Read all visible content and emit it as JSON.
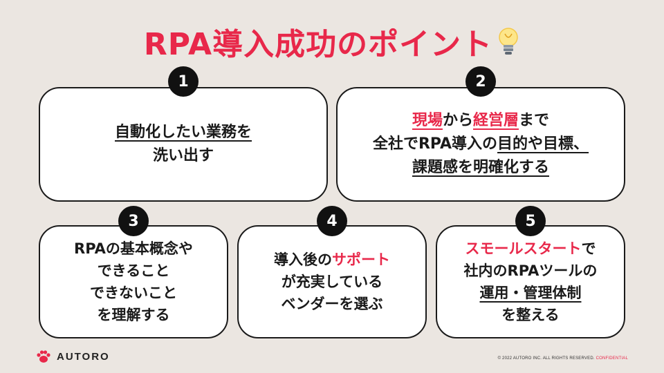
{
  "title": "RPA導入成功のポイント",
  "cards": [
    {
      "number": "1",
      "lines": [
        [
          {
            "text": "自動化したい業務を",
            "u": true
          }
        ],
        [
          {
            "text": "洗い出す"
          }
        ]
      ]
    },
    {
      "number": "2",
      "lines": [
        [
          {
            "text": "現場",
            "red": true,
            "u": true
          },
          {
            "text": "から"
          },
          {
            "text": "経営層",
            "red": true,
            "u": true
          },
          {
            "text": "まで"
          }
        ],
        [
          {
            "text": "全社でRPA導入の"
          },
          {
            "text": "目的や目標、",
            "u": true
          }
        ],
        [
          {
            "text": "課題感を明確化する",
            "u": true
          }
        ]
      ]
    },
    {
      "number": "3",
      "lines": [
        [
          {
            "text": "RPAの基本概念や"
          }
        ],
        [
          {
            "text": "できること"
          }
        ],
        [
          {
            "text": "できないこと"
          }
        ],
        [
          {
            "text": "を理解する"
          }
        ]
      ]
    },
    {
      "number": "4",
      "lines": [
        [
          {
            "text": "導入後の"
          },
          {
            "text": "サポート",
            "red": true
          }
        ],
        [
          {
            "text": "が充実している"
          }
        ],
        [
          {
            "text": "ベンダーを選ぶ"
          }
        ]
      ]
    },
    {
      "number": "5",
      "lines": [
        [
          {
            "text": "スモールスタート",
            "red": true
          },
          {
            "text": "で"
          }
        ],
        [
          {
            "text": "社内のRPAツールの"
          }
        ],
        [
          {
            "text": "運用・管理体制",
            "u": true
          }
        ],
        [
          {
            "text": "を整える"
          }
        ]
      ]
    }
  ],
  "footer": {
    "logo_text": "AUTORO",
    "copyright": "© 2022 AUTORO INC. ALL RIGHTS RESERVED.",
    "confidential": "CONFIDENTIAL"
  },
  "colors": {
    "accent": "#e8284a",
    "background": "#ebe6e1",
    "card": "#ffffff",
    "badge": "#111111"
  },
  "icons": {
    "title_icon": "lightbulb-icon",
    "logo_icon": "paw-icon"
  }
}
